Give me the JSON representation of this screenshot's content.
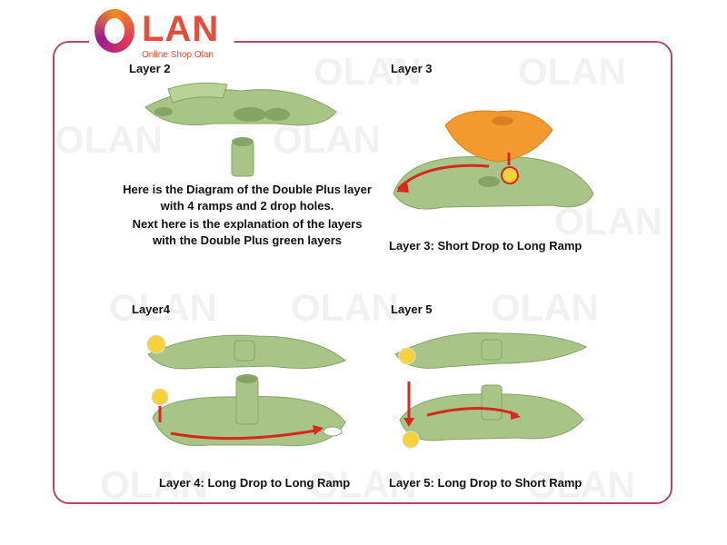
{
  "brand": {
    "name": "LAN",
    "tagline": "Online Shop Olan"
  },
  "watermark": "OLAN",
  "colors": {
    "green": "#a8c486",
    "green_dark": "#86a466",
    "orange": "#f29a2e",
    "ball": "#f5d23c",
    "arrow": "#d6281e",
    "border": "#b14a6a",
    "brand": "#e2503c"
  },
  "panels": {
    "layer2": {
      "title": "Layer 2",
      "description": [
        "Here is the Diagram of the Double Plus layer",
        "with 4 ramps and 2 drop holes.",
        "Next here is the explanation of the layers",
        "with the Double Plus green layers"
      ]
    },
    "layer3": {
      "title": "Layer 3",
      "caption": "Layer 3: Short Drop to Long Ramp"
    },
    "layer4": {
      "title": "Layer4",
      "caption": "Layer 4: Long Drop to Long Ramp"
    },
    "layer5": {
      "title": "Layer 5",
      "caption": "Layer 5: Long Drop to Short Ramp"
    }
  }
}
